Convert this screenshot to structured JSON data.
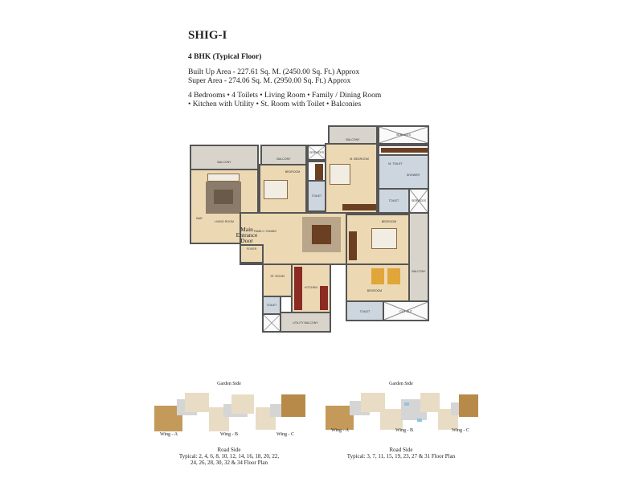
{
  "header": {
    "title": "SHIG-I",
    "subtitle": "4 BHK (Typical Floor)",
    "built_up_area": "Built Up Area - 227.61 Sq. M. (2450.00 Sq. Ft.) Approx",
    "super_area": "Super Area - 274.06 Sq. M. (2950.00 Sq. Ft.) Approx",
    "features_line1": "4 Bedrooms • 4 Toilets • Living Room • Family / Dining Room",
    "features_line2": "• Kitchen with Utility • St. Room with Toilet • Balconies"
  },
  "plan": {
    "rooms": {
      "balcony_left": "Balcony",
      "balcony_mid": "Balcony",
      "balcony_top": "Balcony",
      "services_1": "Services",
      "services_2": "Services",
      "services_3": "Services",
      "living": "Living Room",
      "bedroom_1": "Bedroom",
      "master_bedroom": "M. Bedroom",
      "toilet_1": "Toilet",
      "toilet_2": "M. Toilet",
      "shower": "Shower",
      "toilet_3": "Toilet",
      "family_dining": "Family / Dining",
      "main_entrance": "Main Entrance Door",
      "foyer": "Foyer",
      "bar": "Bar",
      "bedroom_3": "Bedroom",
      "bedroom_4": "Bedroom",
      "side_balcony": "Balcony",
      "kitchen": "Kitchen",
      "st_room": "St. Room",
      "st_toilet": "Toilet",
      "utility_balcony": "Utility Balcony",
      "toilet_4": "Toilet",
      "cut_out": "Cut Out"
    }
  },
  "key_plans": [
    {
      "top_label": "Garden Side",
      "wings": [
        "Wing - A",
        "Wing - B",
        "Wing - C"
      ],
      "bottom_label": "Road Side",
      "caption_line1": "Typical: 2, 4, 6, 8, 10, 12, 14, 16, 18, 20, 22,",
      "caption_line2": "24, 26, 28, 30, 32 & 34 Floor Plan"
    },
    {
      "top_label": "Garden Side",
      "wings": [
        "Wing - A",
        "Wing - B",
        "Wing - C"
      ],
      "bottom_label": "Road Side",
      "caption_line1": "Typical: 3, 7, 11, 15, 19, 23, 27 & 31 Floor Plan"
    }
  ],
  "colors": {
    "floor": "#ecd9b4",
    "tile": "#d9d4cb",
    "wet": "#cdd6de",
    "wall": "#555555",
    "wood": "#6b3f22"
  }
}
